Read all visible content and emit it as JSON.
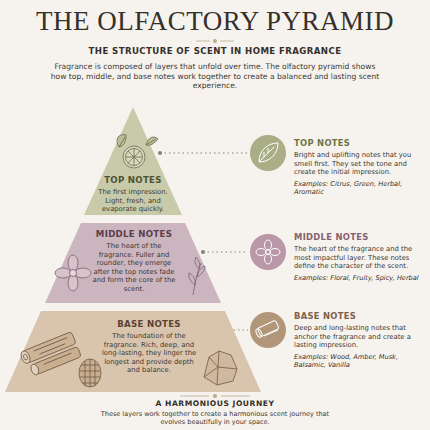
{
  "diagram": {
    "title": "THE OLFACTORY PYRAMID",
    "nodes": [
      {
        "text": [
          "TOP NOTES",
          "The first impression. Light, fresh, and evaporate quickly."
        ]
      },
      {
        "text": [
          "MIDDLE NOTES",
          "The heart of the fragrance. Fuller and rounder, they emerge after the top notes fade and form the core of the scent."
        ]
      },
      {
        "text": [
          "BASE NOTES",
          "The foundation of the fragrance. Rich, deep, and long-lasting, they linger the longest and provide depth and balance."
        ]
      }
    ],
    "labels": [
      "THE STRUCTURE OF SCENT IN HOME FRAGRANCE",
      "Fragrance is composed of layers that unfold over time. The olfactory pyramid shows how top, middle, and base notes work together to create a balanced and lasting scent experience.",
      "TOP NOTES",
      "Bright and uplifting notes that you smell first. They set the tone and create the initial impression.",
      "Examples: Citrus, Green, Herbal, Aromatic",
      "MIDDLE NOTES",
      "The heart of the fragrance and the most impactful layer. These notes define the character of the scent.",
      "Examples: Floral, Fruity, Spicy, Herbal",
      "BASE NOTES",
      "Deep and long-lasting notes that anchor the fragrance and create a lasting impression.",
      "Examples: Wood, Amber, Musk, Balsamic, Vanilla",
      "A HARMONIOUS JOURNEY",
      "These layers work together to create a harmonious scent journey that evolves beautifully in your space."
    ]
  }
}
